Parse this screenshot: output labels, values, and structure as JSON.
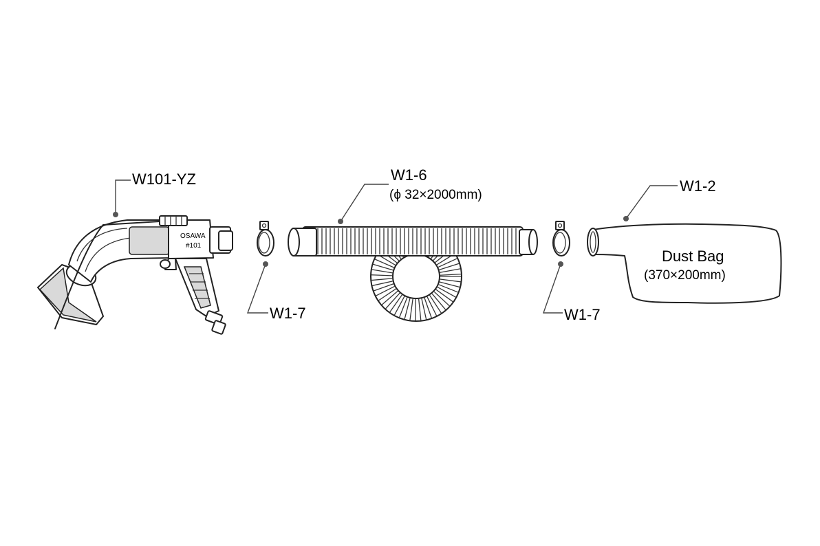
{
  "labels": {
    "gun": "W101-YZ",
    "hose": "W1-6",
    "hose_spec": "(ϕ 32×2000mm)",
    "clamp_left": "W1-7",
    "clamp_right": "W1-7",
    "bag": "W1-2",
    "bag_name": "Dust Bag",
    "bag_spec": "(370×200mm)"
  },
  "gun_body_text": {
    "brand": "OSAWA",
    "model": "#101"
  }
}
